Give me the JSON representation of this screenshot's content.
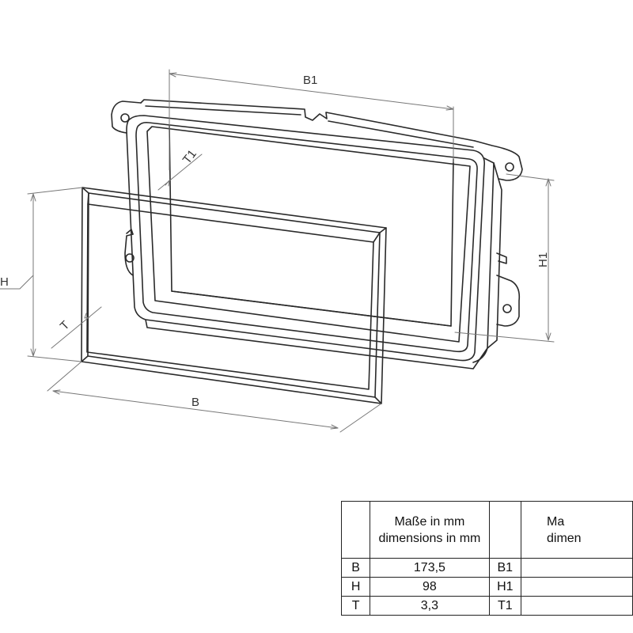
{
  "labels": {
    "B1": "B1",
    "T1": "T1",
    "H1": "H1",
    "H": "H",
    "T": "T",
    "B": "B"
  },
  "table": {
    "header_de": "Maße  in mm",
    "header_en": "dimensions in mm",
    "header2_de": "Ma",
    "header2_en": "dimen",
    "rows": [
      {
        "key": "B",
        "value": "173,5",
        "key2": "B1"
      },
      {
        "key": "H",
        "value": "98",
        "key2": "H1"
      },
      {
        "key": "T",
        "value": "3,3",
        "key2": "T1"
      }
    ]
  }
}
